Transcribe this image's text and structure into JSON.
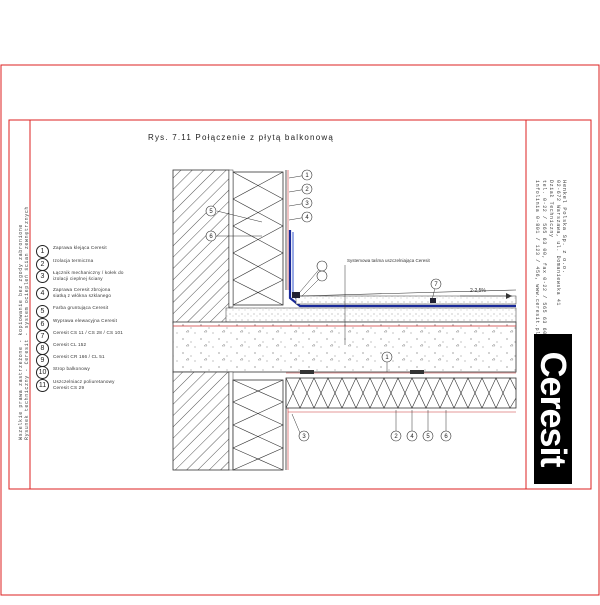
{
  "drawing": {
    "title": "Rys. 7.11  Połączenie z płytą balkonową",
    "brand": "Ceresit",
    "label_sealing_tape": "Systemowa taśma uszczelniająca Ceresit",
    "slope_label": "2-2,5%",
    "callouts_upper": [
      "1",
      "2",
      "3",
      "4"
    ],
    "callouts_left": [
      "5",
      "6"
    ],
    "callout_tape": "7",
    "callout_slab": "1",
    "callout_fix": "3",
    "callouts_lower": [
      "2",
      "4",
      "5",
      "6"
    ]
  },
  "legend": [
    {
      "num": "1",
      "text": "Zaprawa klejąca Ceresit"
    },
    {
      "num": "2",
      "text": "Izolacja termiczna"
    },
    {
      "num": "3",
      "text": "Łącznik mechaniczny / kołek do izolacji cieplnej ściany"
    },
    {
      "num": "4",
      "text": "Zaprawa Ceresit zbrojona siatką z włókna szklanego"
    },
    {
      "num": "5",
      "text": "Farba gruntująca Ceresit"
    },
    {
      "num": "6",
      "text": "Wyprawa elewacyjna Ceresit"
    },
    {
      "num": "7",
      "text": "Ceresit CS 11 / CS 28 / CS 101"
    },
    {
      "num": "8",
      "text": "Ceresit CL 152"
    },
    {
      "num": "9",
      "text": "Ceresit CR 166 / CL 51"
    },
    {
      "num": "10",
      "text": "Strop balkonowy"
    },
    {
      "num": "11",
      "text": "Uszczelniacz poliuretanowy Ceresit CS 29"
    }
  ],
  "side_text": {
    "right_1": "Henkel Polska Sp. z o.o.",
    "right_2": "02-672 Warszawa, ul. Domaniewska 41",
    "right_3": "Dział Techniczny",
    "right_4": "tel. 0-22 / 565 63 00, fax 0-22 / 565 63 60",
    "right_5": "infolinia 0-801 / 123 / 456, www.ceresit.pl",
    "left_1": "Rysunek techniczny - Ceresit - system ociepleń ścian zewnętrznych",
    "left_2": "Wszelkie prawa zastrzeżone - kopiowanie bez zgody zabronione"
  }
}
